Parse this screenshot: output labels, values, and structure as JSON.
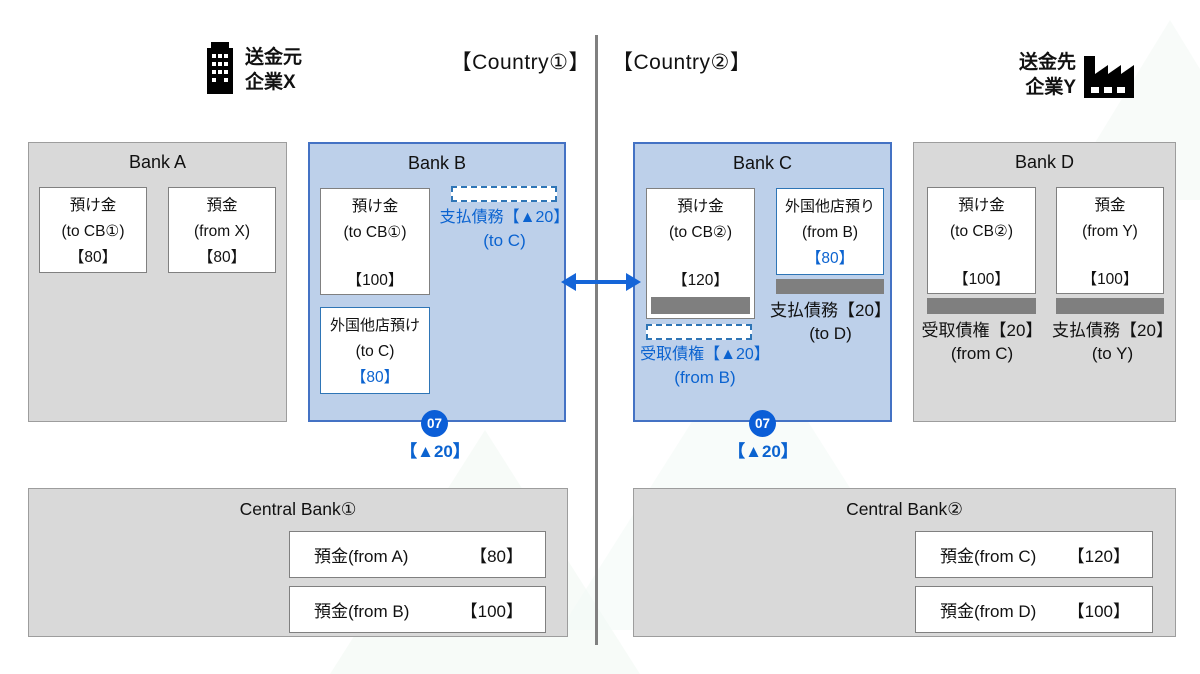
{
  "header": {
    "sender": {
      "line1": "送金元",
      "line2": "企業X"
    },
    "receiver": {
      "line1": "送金先",
      "line2": "企業Y"
    },
    "country1": "【Country①】",
    "country2": "【Country②】"
  },
  "banks": {
    "bank_a": {
      "title": "Bank A",
      "deposit_cb": {
        "line1": "預け金",
        "line2": "(to CB①)",
        "value": "【80】"
      },
      "deposit_x": {
        "line1": "預金",
        "line2": "(from X)",
        "value": "【80】"
      }
    },
    "bank_b": {
      "title": "Bank B",
      "deposit_cb": {
        "line1": "預け金",
        "line2": "(to CB①)",
        "value": "【100】"
      },
      "nostro": {
        "line1": "外国他店預け",
        "line2": "(to C)",
        "value": "【80】"
      },
      "payable_note": {
        "line1": "支払債務【▲20】",
        "line2": "(to C)"
      },
      "step_badge": "07",
      "step_delta": "【▲20】"
    },
    "bank_c": {
      "title": "Bank C",
      "deposit_cb": {
        "line1": "預け金",
        "line2": "(to CB②)",
        "value": "【120】"
      },
      "receivable_note": {
        "line1": "受取債権【▲20】",
        "line2": "(from B)"
      },
      "vostro": {
        "line1": "外国他店預り",
        "line2": "(from B)",
        "value": "【80】"
      },
      "payable": {
        "line1": "支払債務【20】",
        "line2": "(to D)"
      },
      "step_badge": "07",
      "step_delta": "【▲20】"
    },
    "bank_d": {
      "title": "Bank D",
      "deposit_cb": {
        "line1": "預け金",
        "line2": "(to CB②)",
        "value": "【100】"
      },
      "receivable": {
        "line1": "受取債権【20】",
        "line2": "(from C)"
      },
      "deposit_y": {
        "line1": "預金",
        "line2": "(from Y)",
        "value": "【100】"
      },
      "payable": {
        "line1": "支払債務【20】",
        "line2": "(to Y)"
      }
    }
  },
  "central_banks": {
    "cb1": {
      "title": "Central Bank①",
      "rows": [
        {
          "label": "預金(from A)",
          "value": "【80】"
        },
        {
          "label": "預金(from B)",
          "value": "【100】"
        }
      ]
    },
    "cb2": {
      "title": "Central Bank②",
      "rows": [
        {
          "label": "預金(from C)",
          "value": "【120】"
        },
        {
          "label": "預金(from D)",
          "value": "【100】"
        }
      ]
    }
  },
  "colors": {
    "accent_blue_text": "#0b63d0",
    "badge_blue": "#0b5ed7",
    "bank_blue_fill": "#bdd0ea",
    "bank_blue_border": "#4472c4",
    "inner_blue_border": "#2e75b6",
    "gray_fill": "#d9d9d9",
    "gray_bar": "#7f7f7f",
    "divider_gray": "#808080"
  }
}
